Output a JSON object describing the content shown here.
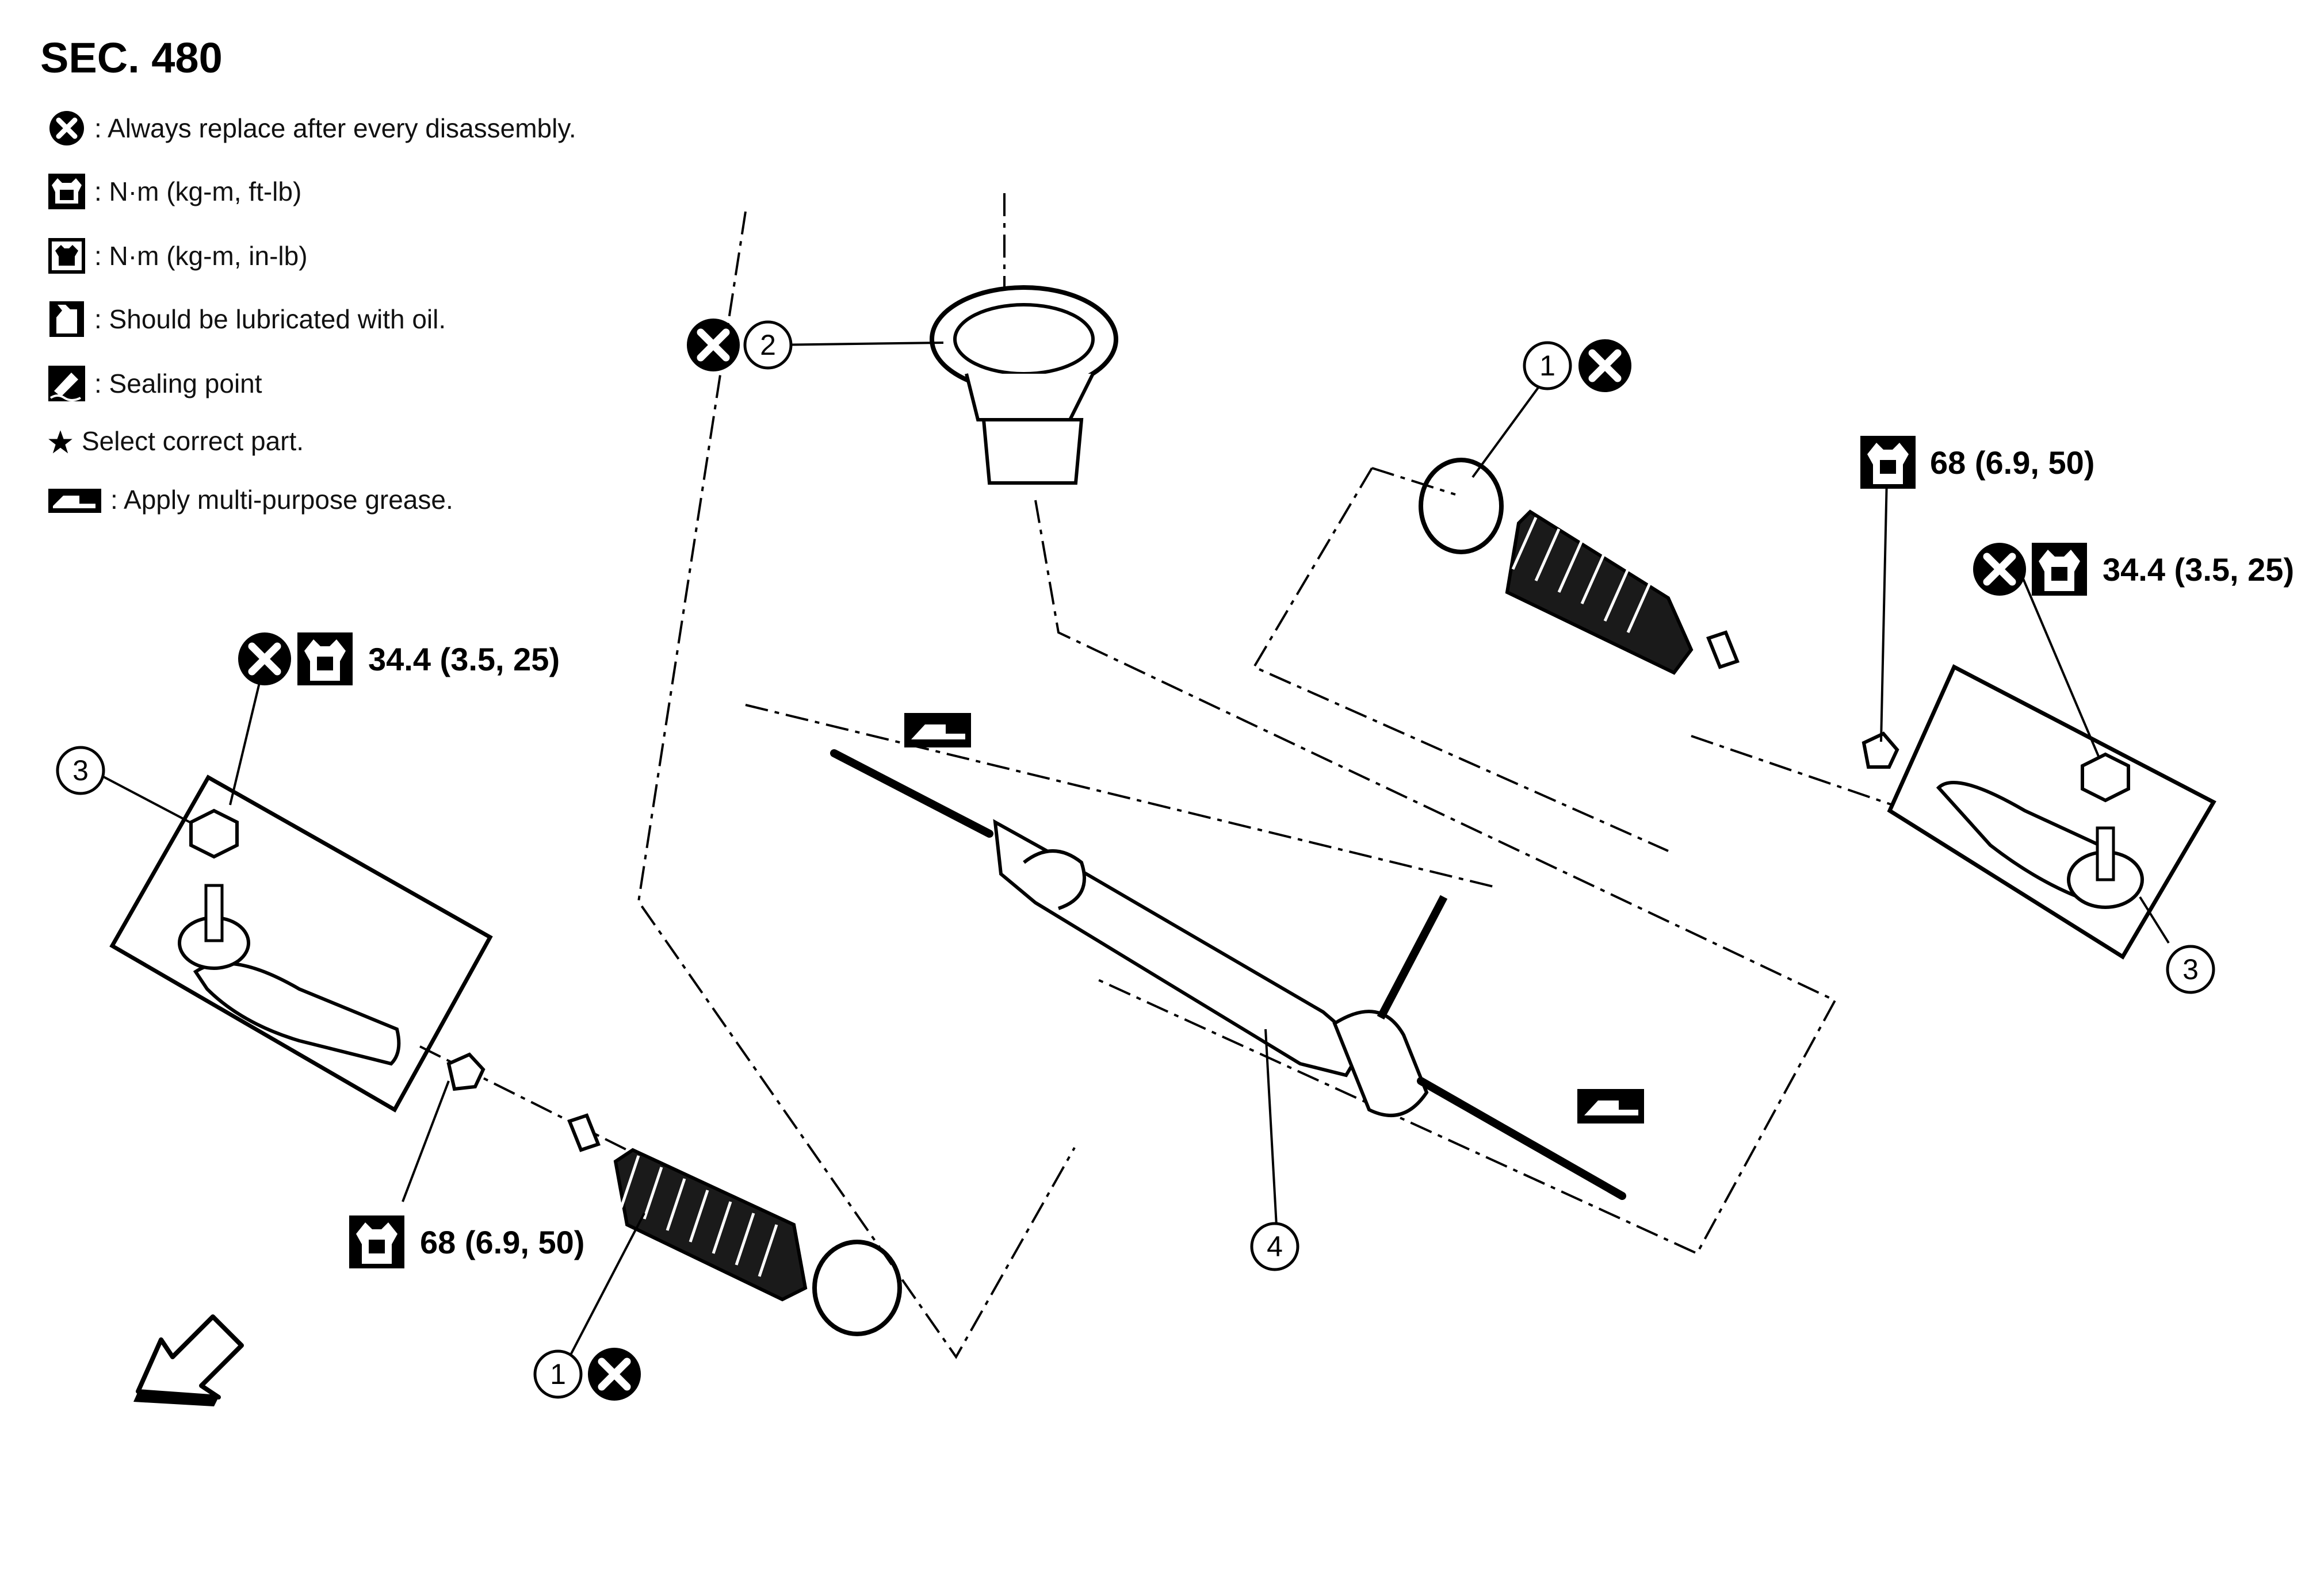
{
  "title": "SEC. 480",
  "legend": [
    {
      "icon": "replace-x-icon",
      "text": ": Always replace after every disassembly."
    },
    {
      "icon": "torque-wrench-icon",
      "text": ": N·m (kg-m, ft-lb)"
    },
    {
      "icon": "torque-wrench-small-icon",
      "text": ": N·m (kg-m, in-lb)"
    },
    {
      "icon": "oil-can-icon",
      "text": ": Should be lubricated with oil."
    },
    {
      "icon": "sealing-point-icon",
      "text": ": Sealing point"
    },
    {
      "icon": "star-icon",
      "text": "Select correct part."
    },
    {
      "icon": "grease-gun-icon",
      "text": ": Apply multi-purpose grease."
    }
  ],
  "callouts": {
    "c1_left": "1",
    "c1_right": "1",
    "c2": "2",
    "c3_left": "3",
    "c3_right": "3",
    "c4": "4"
  },
  "torque": {
    "left_nut": "34.4 (3.5, 25)",
    "right_nut": "34.4 (3.5, 25)",
    "left_lock": "68 (6.9, 50)",
    "right_lock": "68 (6.9, 50)"
  }
}
